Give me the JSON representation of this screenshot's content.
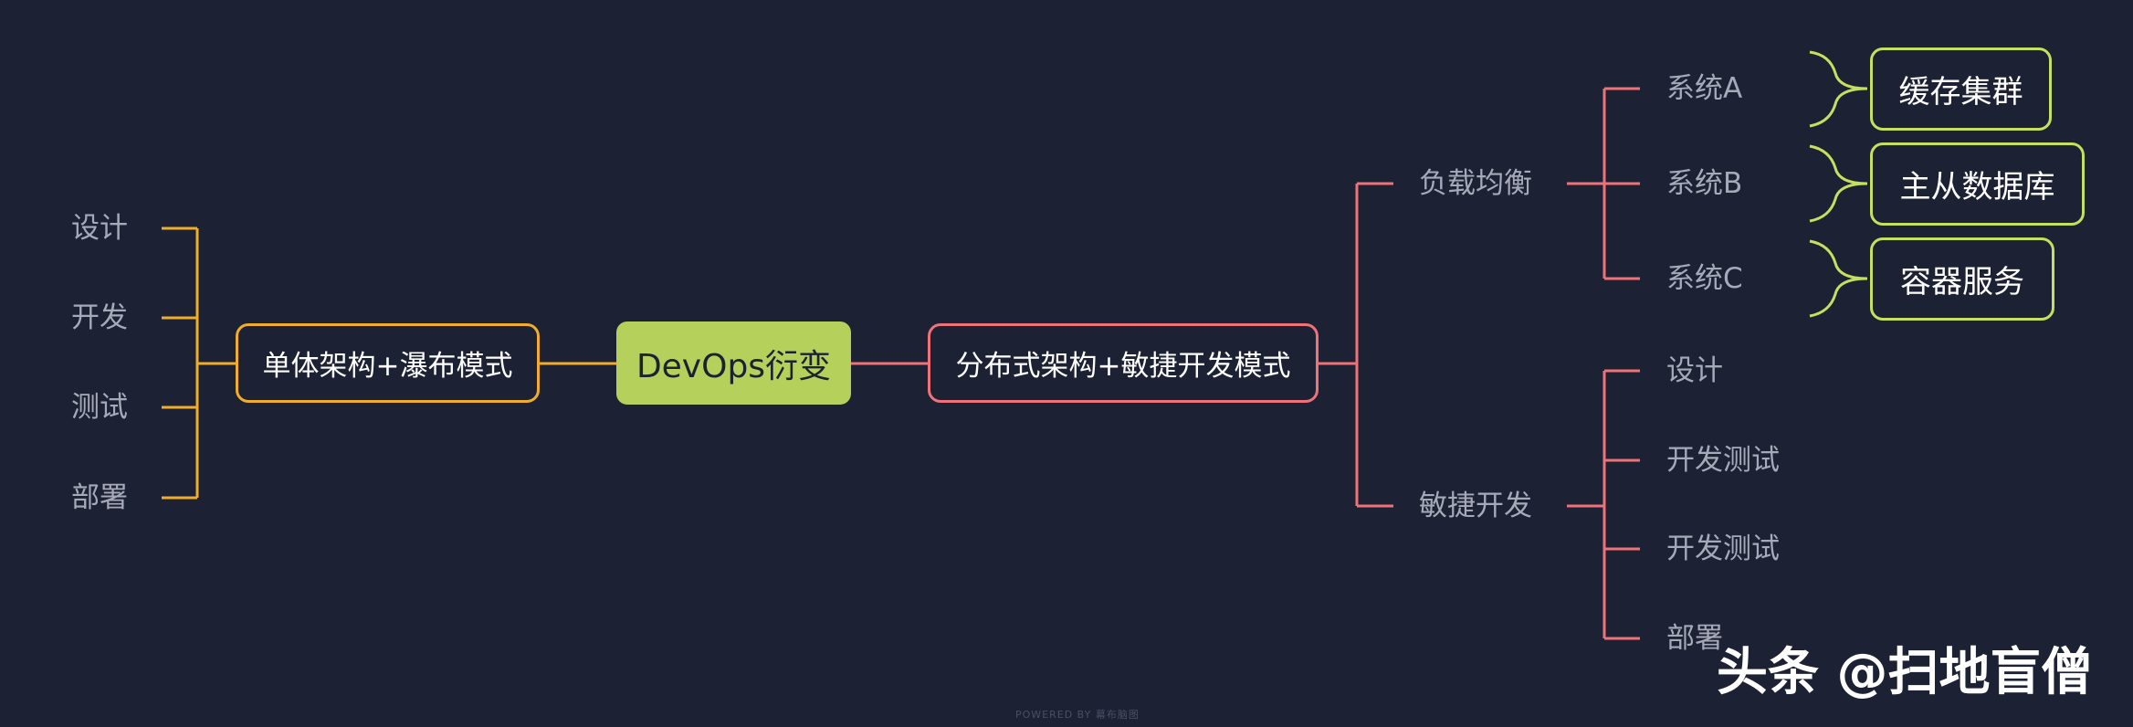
{
  "colors": {
    "background": "#1d2134",
    "root_fill": "#b5d15b",
    "left_branch": "#f0ad2b",
    "right_branch": "#ee7277",
    "green_branch": "#c6e05e",
    "label_text": "#a6aab8"
  },
  "root": {
    "label": "DevOps衍变"
  },
  "left": {
    "main": "单体架构+瀑布模式",
    "children": [
      "设计",
      "开发",
      "测试",
      "部署"
    ]
  },
  "right": {
    "main": "分布式架构+敏捷开发模式",
    "load_balance": {
      "label": "负载均衡",
      "systems": [
        {
          "label": "系统A",
          "detail": "缓存集群"
        },
        {
          "label": "系统B",
          "detail": "主从数据库"
        },
        {
          "label": "系统C",
          "detail": "容器服务"
        }
      ]
    },
    "agile": {
      "label": "敏捷开发",
      "children": [
        "设计",
        "开发测试",
        "开发测试",
        "部署"
      ]
    }
  },
  "watermark": "头条 @扫地盲僧",
  "powered_by": "POWERED BY 幕布脑图"
}
